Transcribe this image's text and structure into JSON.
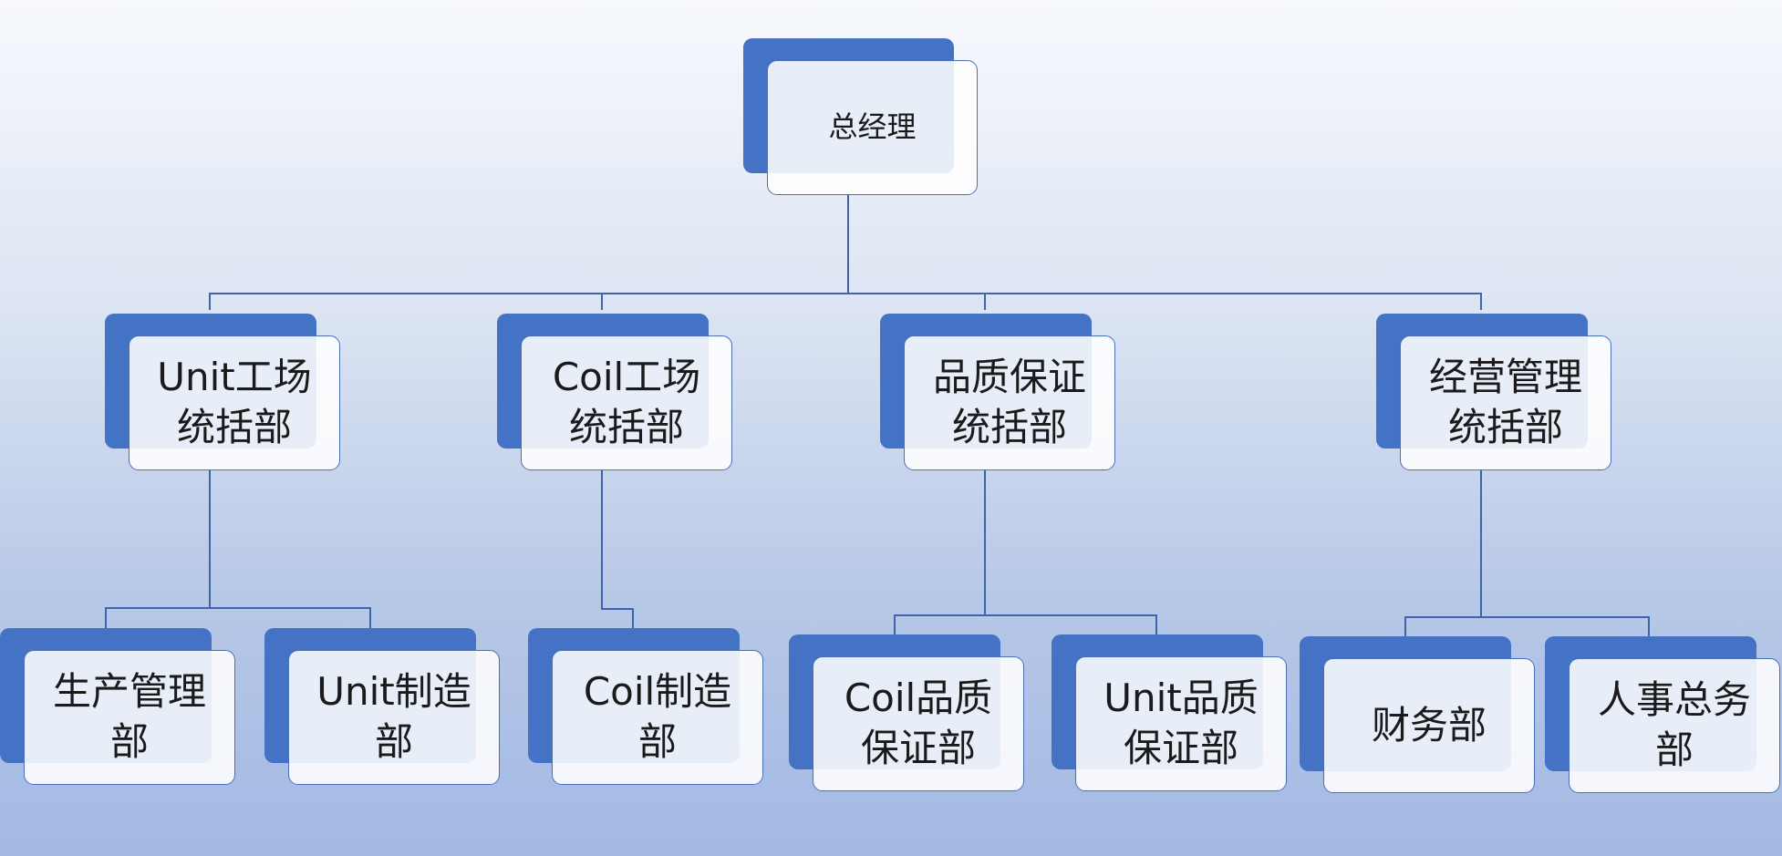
{
  "org_chart": {
    "root": {
      "label": "总经理"
    },
    "divisions": [
      {
        "label": "Unit工场\n统括部",
        "departments": [
          {
            "label": "生产管理\n部"
          },
          {
            "label": "Unit制造\n部"
          }
        ]
      },
      {
        "label": "Coil工场\n统括部",
        "departments": [
          {
            "label": "Coil制造\n部"
          }
        ]
      },
      {
        "label": "品质保证\n统括部",
        "departments": [
          {
            "label": "Coil品质\n保证部"
          },
          {
            "label": "Unit品质\n保证部"
          }
        ]
      },
      {
        "label": "经营管理\n统括部",
        "departments": [
          {
            "label": "财务部"
          },
          {
            "label": "人事总务\n部"
          }
        ]
      }
    ]
  },
  "colors": {
    "box_shadow": "#4472c4",
    "connector": "#3f63ad",
    "box_border": "#4a6fb8"
  }
}
